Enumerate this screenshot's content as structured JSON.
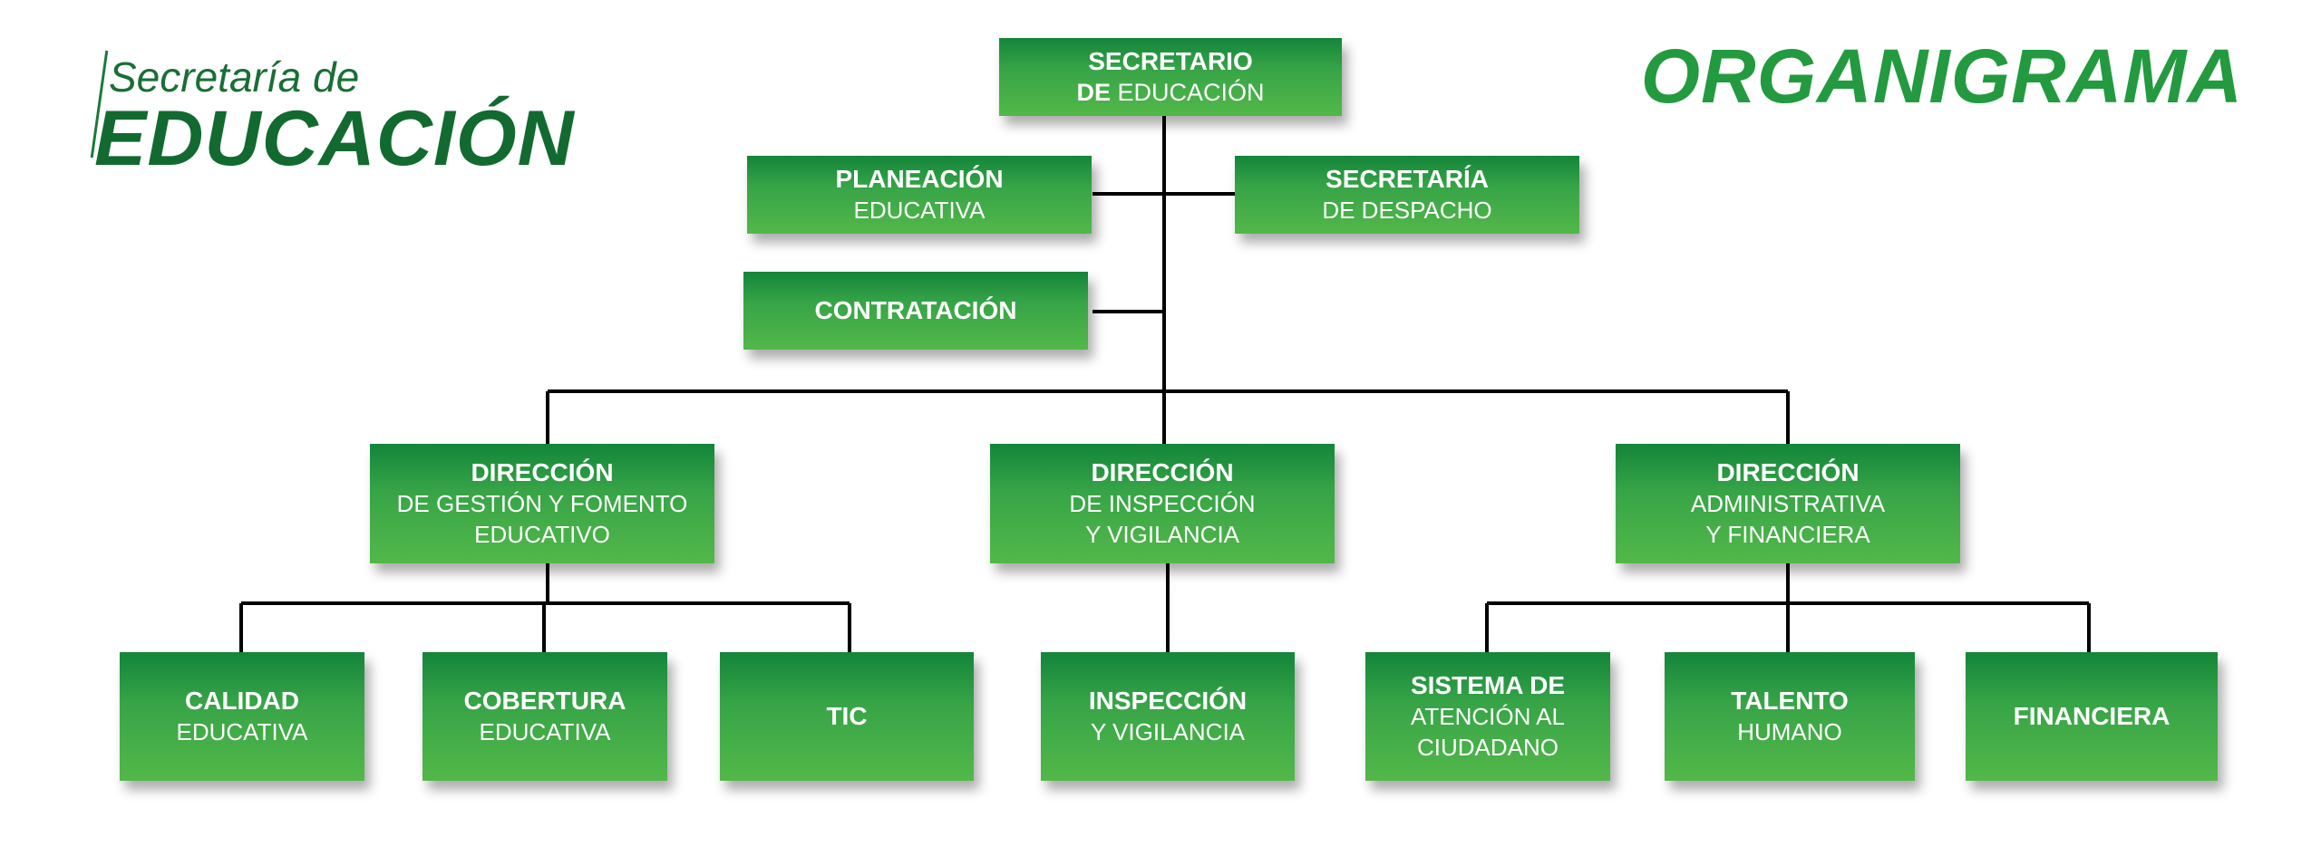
{
  "header": {
    "brand_line1": "Secretaría de",
    "brand_line2": "EDUCACIÓN",
    "title": "ORGANIGRAMA"
  },
  "colors": {
    "dark_green": "#126a30",
    "accent_green": "#239a3f",
    "box_top": "#13853a",
    "box_bottom": "#52b848",
    "connector": "#000000"
  },
  "org": {
    "secretario": {
      "bold": "SECRETARIO",
      "bold2": "DE",
      "rest": "EDUCACIÓN"
    },
    "planeacion": {
      "bold": "PLANEACIÓN",
      "rest": "EDUCATIVA"
    },
    "despacho": {
      "bold": "SECRETARÍA",
      "rest": "DE DESPACHO"
    },
    "contratacion": {
      "bold": "CONTRATACIÓN"
    },
    "dir_gestion": {
      "bold": "DIRECCIÓN",
      "rest1": "DE GESTIÓN Y FOMENTO",
      "rest2": "EDUCATIVO"
    },
    "dir_inspeccion": {
      "bold": "DIRECCIÓN",
      "rest1": "DE INSPECCIÓN",
      "rest2": "Y VIGILANCIA"
    },
    "dir_admin": {
      "bold": "DIRECCIÓN",
      "rest1": "ADMINISTRATIVA",
      "rest2": "Y FINANCIERA"
    },
    "calidad": {
      "bold": "CALIDAD",
      "rest": "EDUCATIVA"
    },
    "cobertura": {
      "bold": "COBERTURA",
      "rest": "EDUCATIVA"
    },
    "tic": {
      "bold": "TIC"
    },
    "inspeccion": {
      "bold": "INSPECCIÓN",
      "rest": "Y VIGILANCIA"
    },
    "sistema": {
      "bold": "SISTEMA DE",
      "rest1": "ATENCIÓN AL",
      "rest2": "CIUDADANO"
    },
    "talento": {
      "bold": "TALENTO",
      "rest": "HUMANO"
    },
    "financiera": {
      "bold": "FINANCIERA"
    }
  }
}
